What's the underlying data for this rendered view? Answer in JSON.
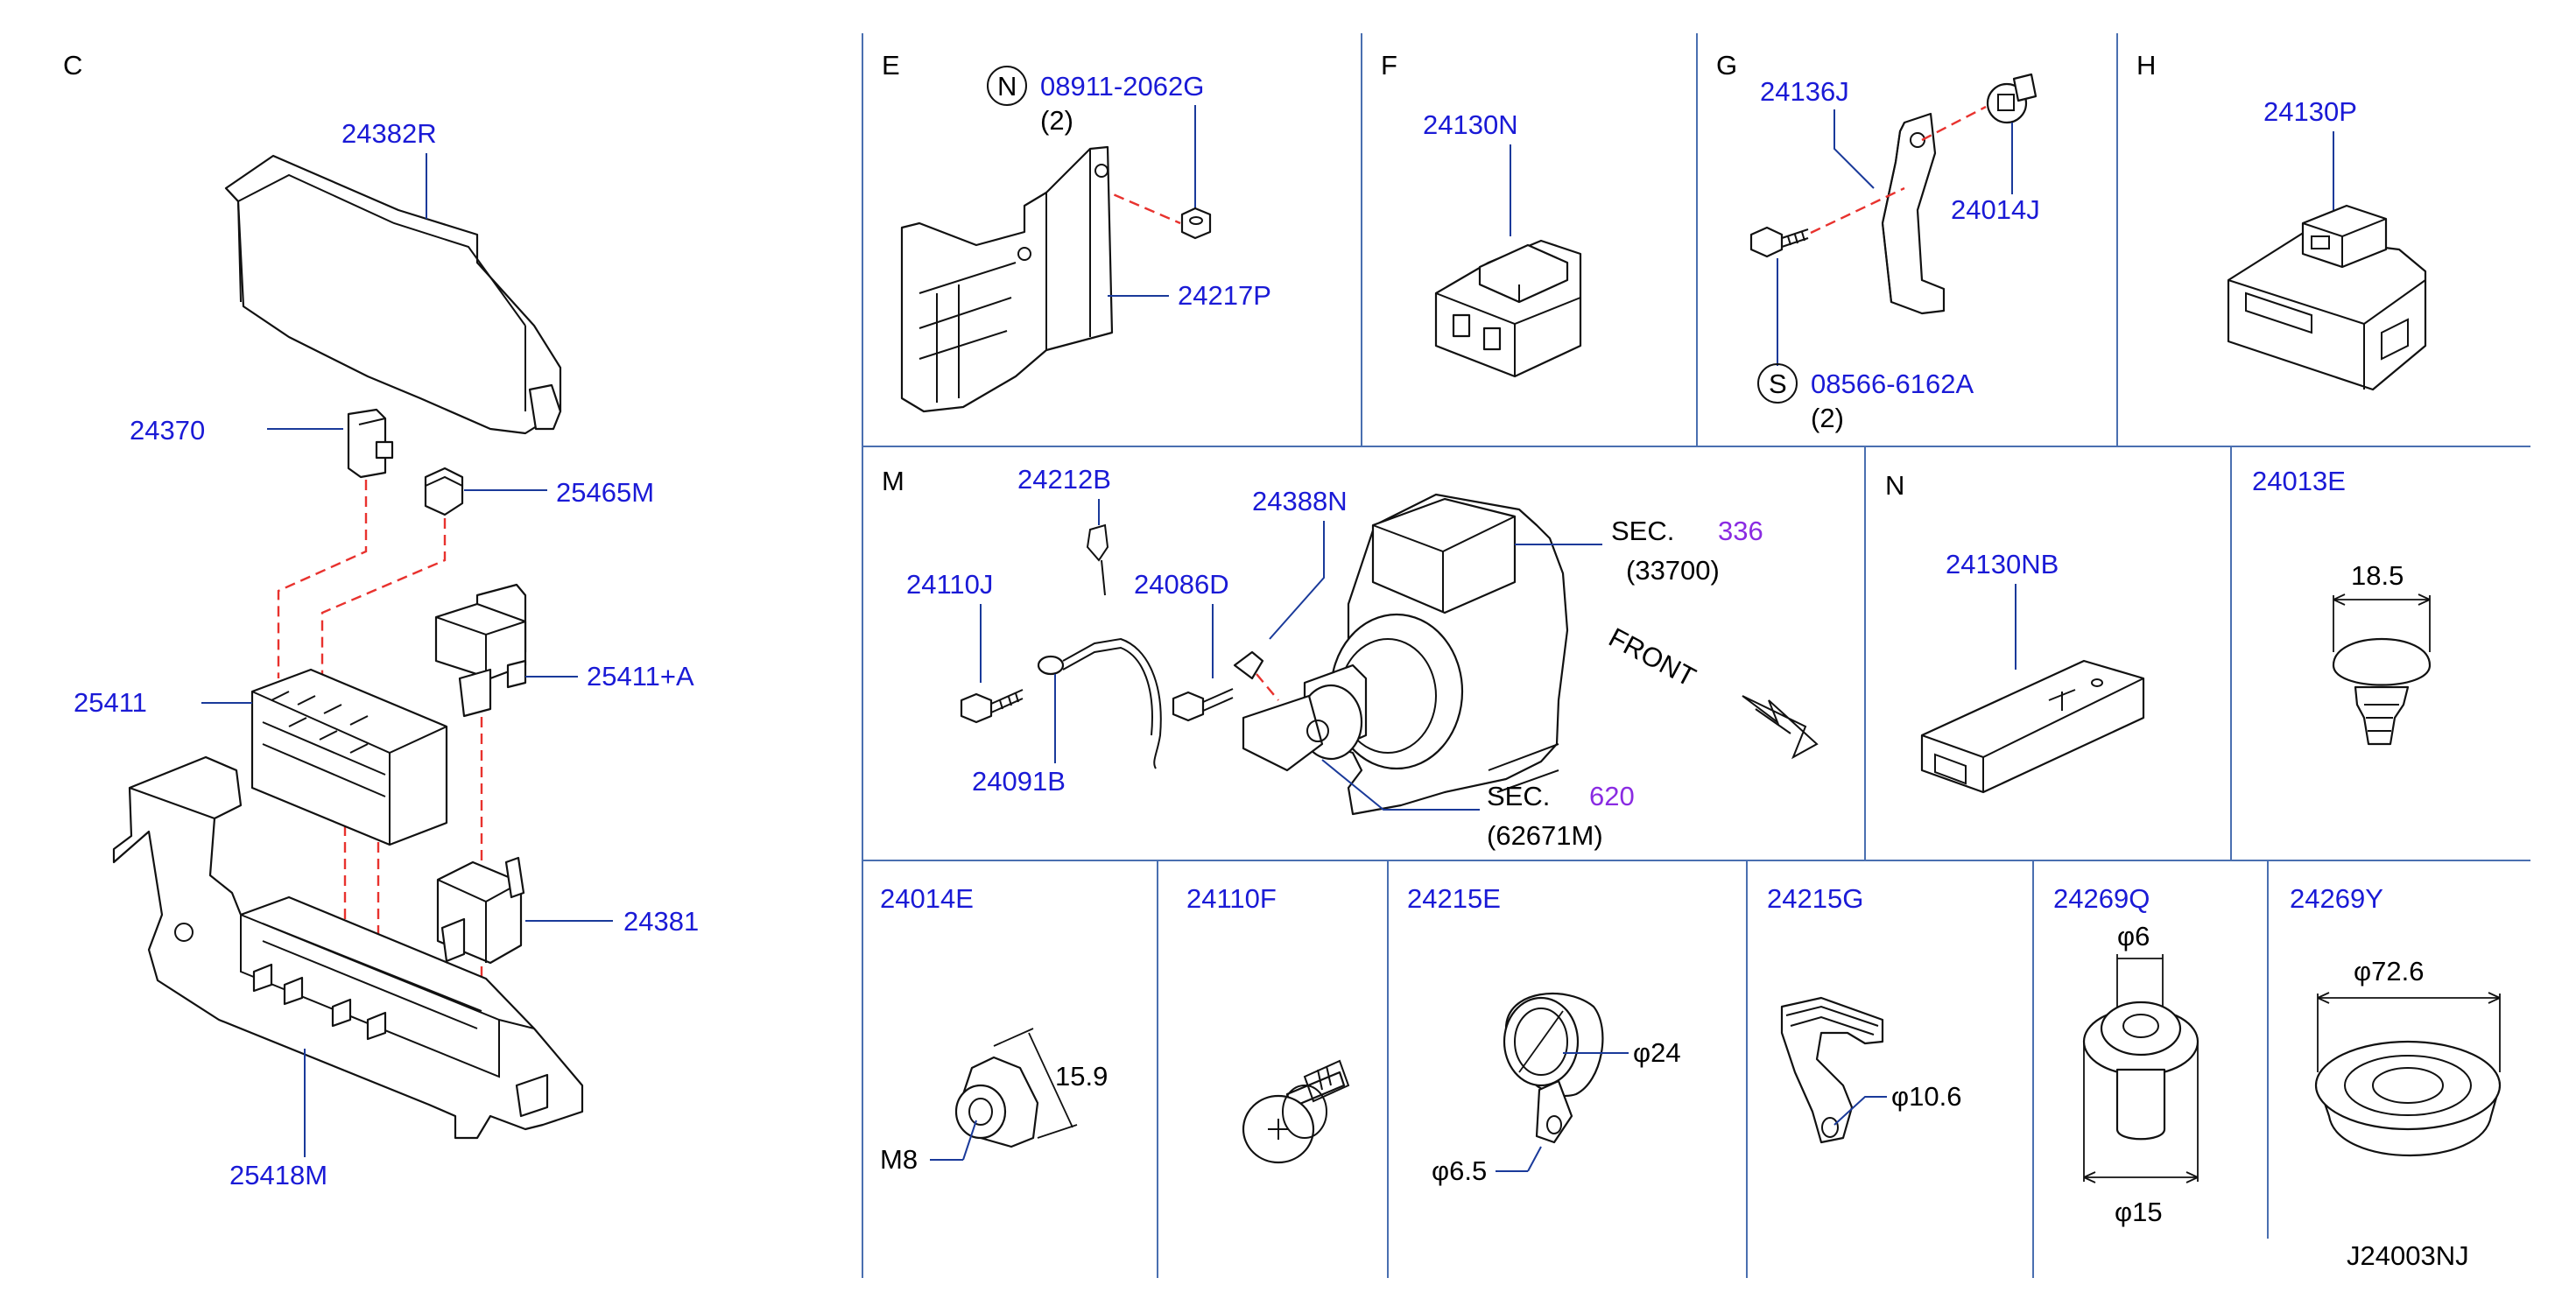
{
  "sections": {
    "C": {
      "letter": "C",
      "parts": [
        "24382R",
        "24370",
        "25465M",
        "25411",
        "25411+A",
        "24381",
        "25418M"
      ]
    },
    "E": {
      "letter": "E",
      "nut_symbol": "N",
      "nut_part": "08911-2062G",
      "nut_qty": "(2)",
      "bracket": "24217P"
    },
    "F": {
      "letter": "F",
      "part": "24130N"
    },
    "G": {
      "letter": "G",
      "strap": "24136J",
      "clip": "24014J",
      "screw_symbol": "S",
      "screw_part": "08566-6162A",
      "screw_qty": "(2)"
    },
    "H": {
      "letter": "H",
      "part": "24130P"
    },
    "M": {
      "letter": "M",
      "parts": [
        "24212B",
        "24388N",
        "24110J",
        "24086D",
        "24091B"
      ],
      "sec1_label": "SEC.",
      "sec1_num": "336",
      "sec1_sub": "(33700)",
      "sec2_label": "SEC.",
      "sec2_num": "620",
      "sec2_sub": "(62671M)",
      "front": "FRONT"
    },
    "N": {
      "letter": "N",
      "part": "24130NB"
    },
    "P24013E": {
      "part": "24013E",
      "dim": "18.5"
    },
    "P24014E": {
      "part": "24014E",
      "dim": "15.9",
      "thread": "M8"
    },
    "P24110F": {
      "part": "24110F"
    },
    "P24215E": {
      "part": "24215E",
      "dim_big": "φ24",
      "dim_small": "φ6.5"
    },
    "P24215G": {
      "part": "24215G",
      "dim": "φ10.6"
    },
    "P24269Q": {
      "part": "24269Q",
      "dim_top": "φ6",
      "dim_bottom": "φ15"
    },
    "P24269Y": {
      "part": "24269Y",
      "dim": "φ72.6"
    }
  },
  "footer_code": "J24003NJ",
  "colors": {
    "part_number": "#1a1ad6",
    "section_ref": "#8a2be2",
    "leader": "#1a3a9a",
    "dashed_link": "#e8322e",
    "grid": "#4a6fb0"
  }
}
